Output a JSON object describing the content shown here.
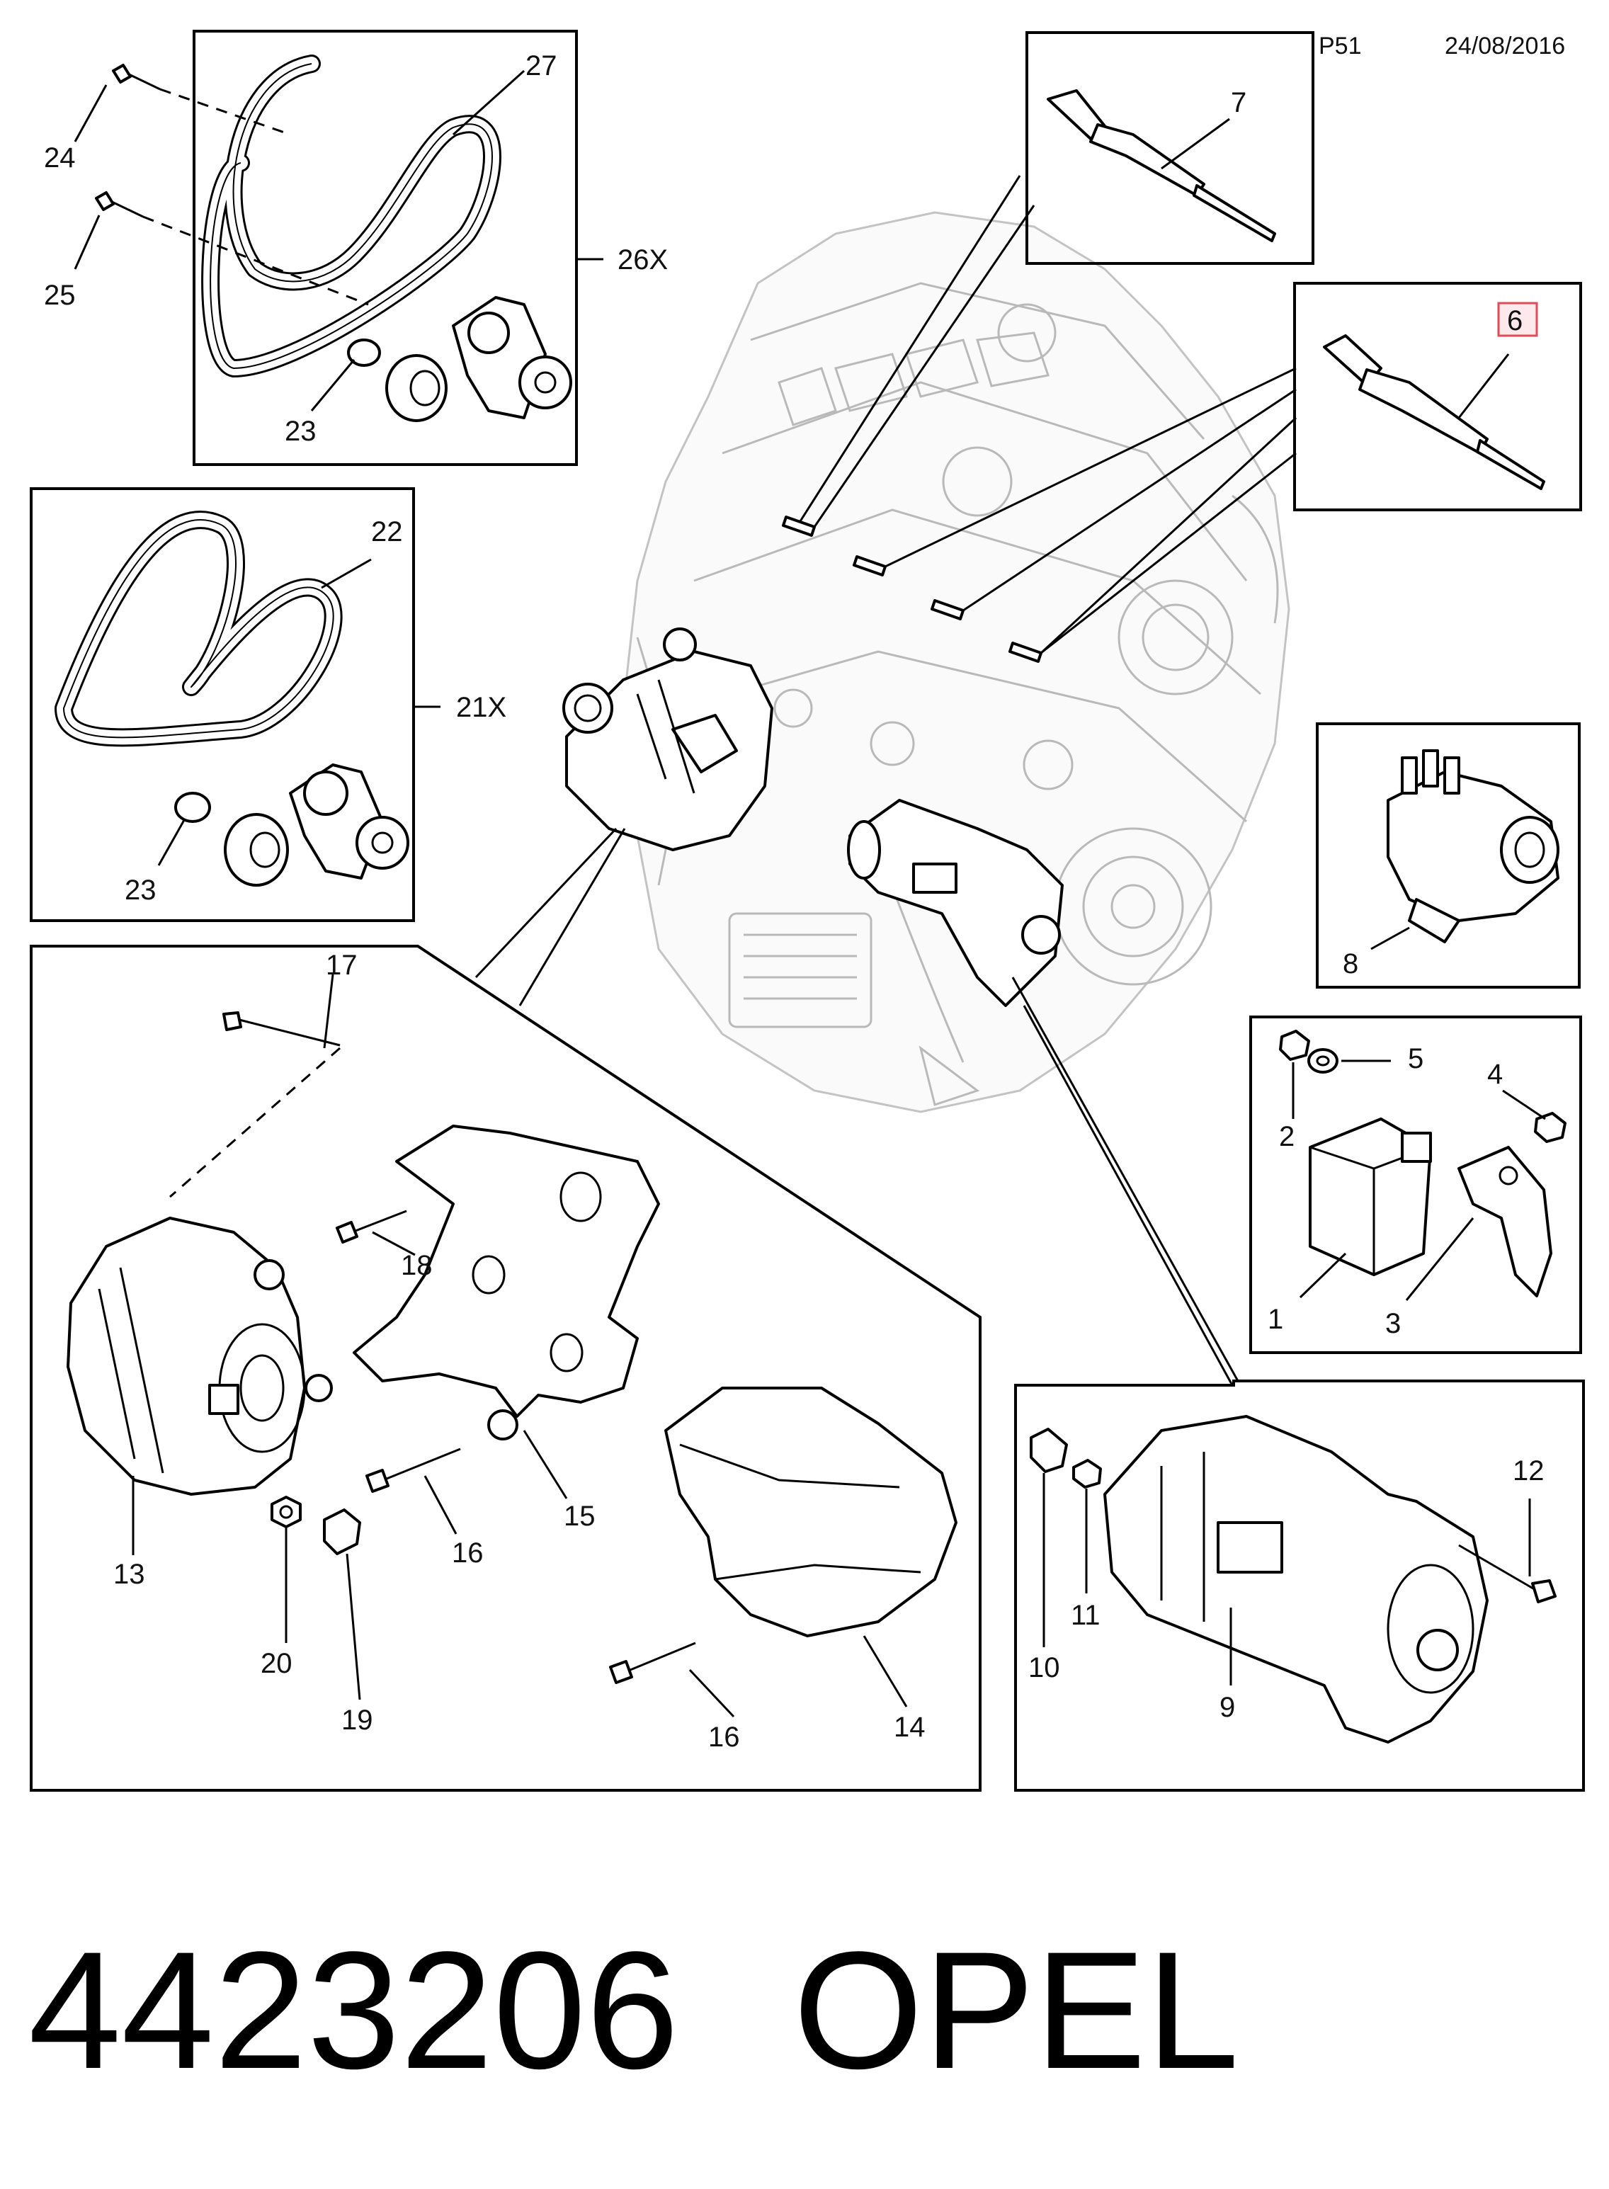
{
  "header": {
    "page_code": "P51",
    "date": "24/08/2016"
  },
  "footer": {
    "part_number": "4423206",
    "brand": "OPEL"
  },
  "highlighted_callout": "6",
  "callouts": {
    "c1": "1",
    "c2": "2",
    "c3": "3",
    "c4": "4",
    "c5": "5",
    "c6": "6",
    "c7": "7",
    "c8": "8",
    "c9": "9",
    "c10": "10",
    "c11": "11",
    "c12": "12",
    "c13": "13",
    "c14": "14",
    "c15": "15",
    "c16a": "16",
    "c16b": "16",
    "c17": "17",
    "c18": "18",
    "c19": "19",
    "c20": "20",
    "c21x": "21X",
    "c22": "22",
    "c23a": "23",
    "c23b": "23",
    "c24": "24",
    "c25": "25",
    "c26x": "26X",
    "c27": "27"
  },
  "colors": {
    "line": "#000000",
    "ghost_engine": "#b9b9b9",
    "highlight_box": "#e04b5a",
    "highlight_fill": "#fde9ec"
  }
}
